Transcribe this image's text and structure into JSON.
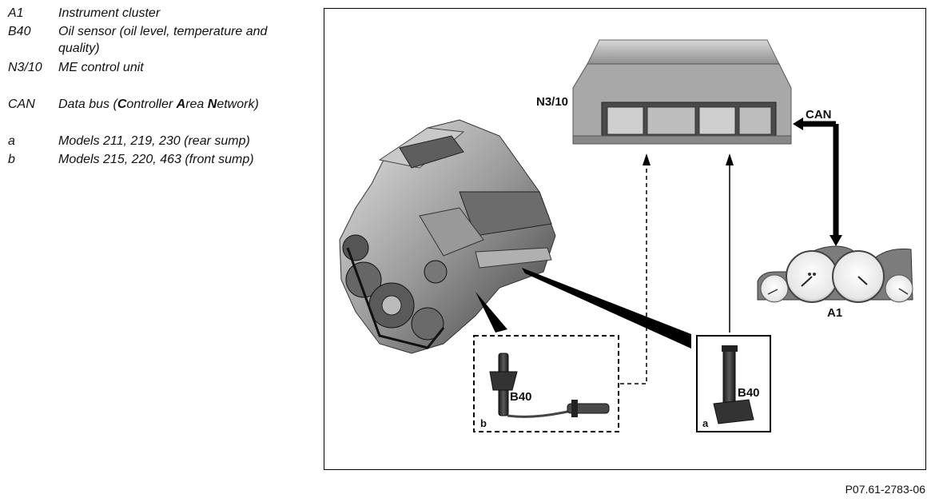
{
  "legend": [
    {
      "code": "A1",
      "text": "Instrument cluster"
    },
    {
      "code": "B40",
      "text": "Oil sensor (oil level, temperature and quality)"
    },
    {
      "code": "N3/10",
      "text": "ME control unit"
    },
    {
      "code": "CAN",
      "text_parts": [
        "Data bus (",
        "C",
        "ontroller ",
        "A",
        "rea ",
        "N",
        "etwork)"
      ]
    },
    {
      "code": "a",
      "text": "Models 211, 219, 230 (rear sump)"
    },
    {
      "code": "b",
      "text": "Models 215, 220, 463 (front sump)"
    }
  ],
  "diagram": {
    "ecu_label": "N3/10",
    "can_label": "CAN",
    "cluster_label": "A1",
    "sensor_rear_label": "B40",
    "sensor_rear_variant": "a",
    "sensor_front_label": "B40",
    "sensor_front_variant": "b"
  },
  "figure_ref": "P07.61-2783-06"
}
